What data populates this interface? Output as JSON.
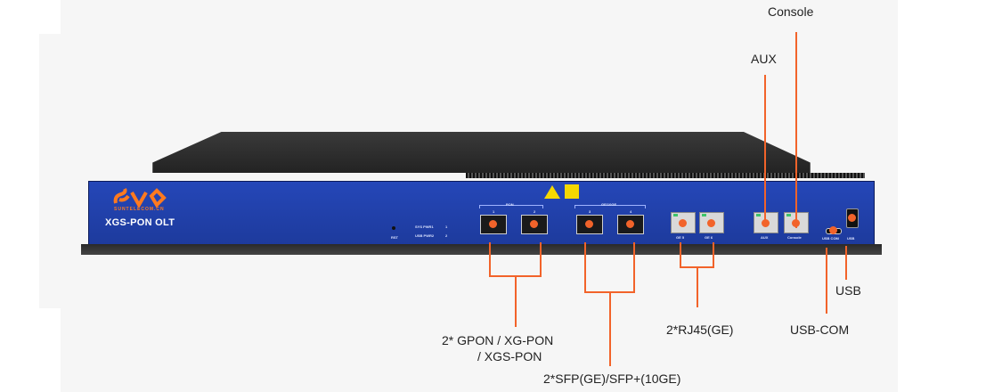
{
  "device": {
    "brand_text": "SUNTELECOM.CN",
    "model": "XGS-PON OLT",
    "led_labels": [
      "SYS PWR1",
      "USB PWR2",
      "1",
      "2"
    ],
    "rst_label": "RST",
    "pon_group_label": "PON",
    "ge_group_label": "GE/10GE",
    "pon_port_labels": [
      "1",
      "2"
    ],
    "sfp_port_labels": [
      "3",
      "4"
    ],
    "rj45_port_labels": [
      "GE 5",
      "GE 6"
    ],
    "aux_port_label": "AUX",
    "console_port_label": "Console",
    "usbcom_port_label": "USB COM",
    "usb_port_label": "USB"
  },
  "labels": {
    "console": "Console",
    "aux": "AUX",
    "usb": "USB",
    "usb_com": "USB-COM",
    "rj45": "2*RJ45(GE)",
    "pon_line1": "2* GPON  / XG-PON",
    "pon_line2": "/ XGS-PON",
    "sfp": "2*SFP(GE)/SFP+(10GE)"
  },
  "colors": {
    "faceplate": "#2547b8",
    "callout": "#f2632a",
    "logo": "#ff7a1f"
  }
}
